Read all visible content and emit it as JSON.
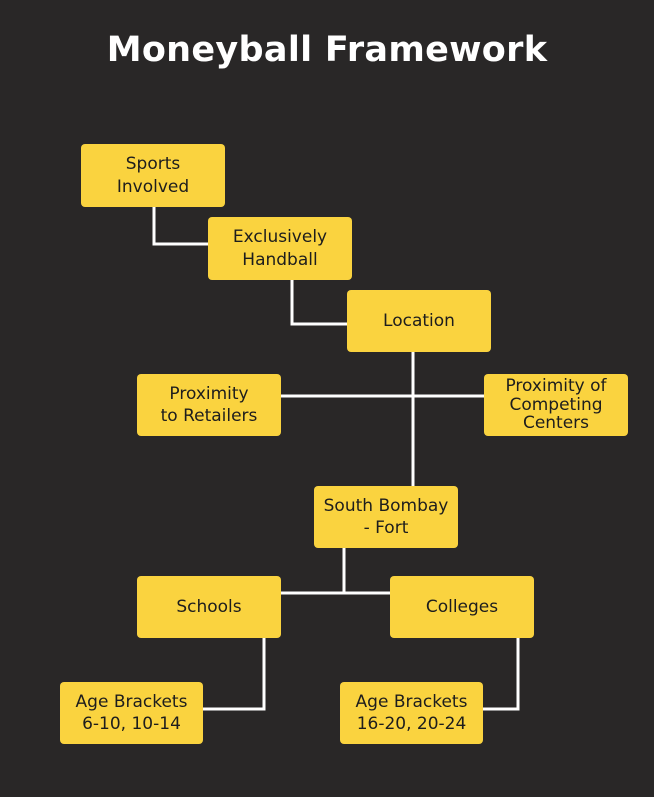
{
  "title": "Moneyball Framework",
  "colors": {
    "background": "#292727",
    "node": "#fad33f",
    "connector": "#ffffff",
    "text": "#1d1d1d"
  },
  "nodes": {
    "sports_involved": "Sports\nInvolved",
    "exclusively_handball": "Exclusively\nHandball",
    "location": "Location",
    "proximity_retailers": "Proximity\nto Retailers",
    "proximity_competing": "Proximity of\nCompeting\nCenters",
    "south_bombay": "South Bombay\n- Fort",
    "schools": "Schools",
    "colleges": "Colleges",
    "age_brackets_schools": "Age Brackets\n6-10, 10-14",
    "age_brackets_colleges": "Age Brackets\n16-20, 20-24"
  }
}
